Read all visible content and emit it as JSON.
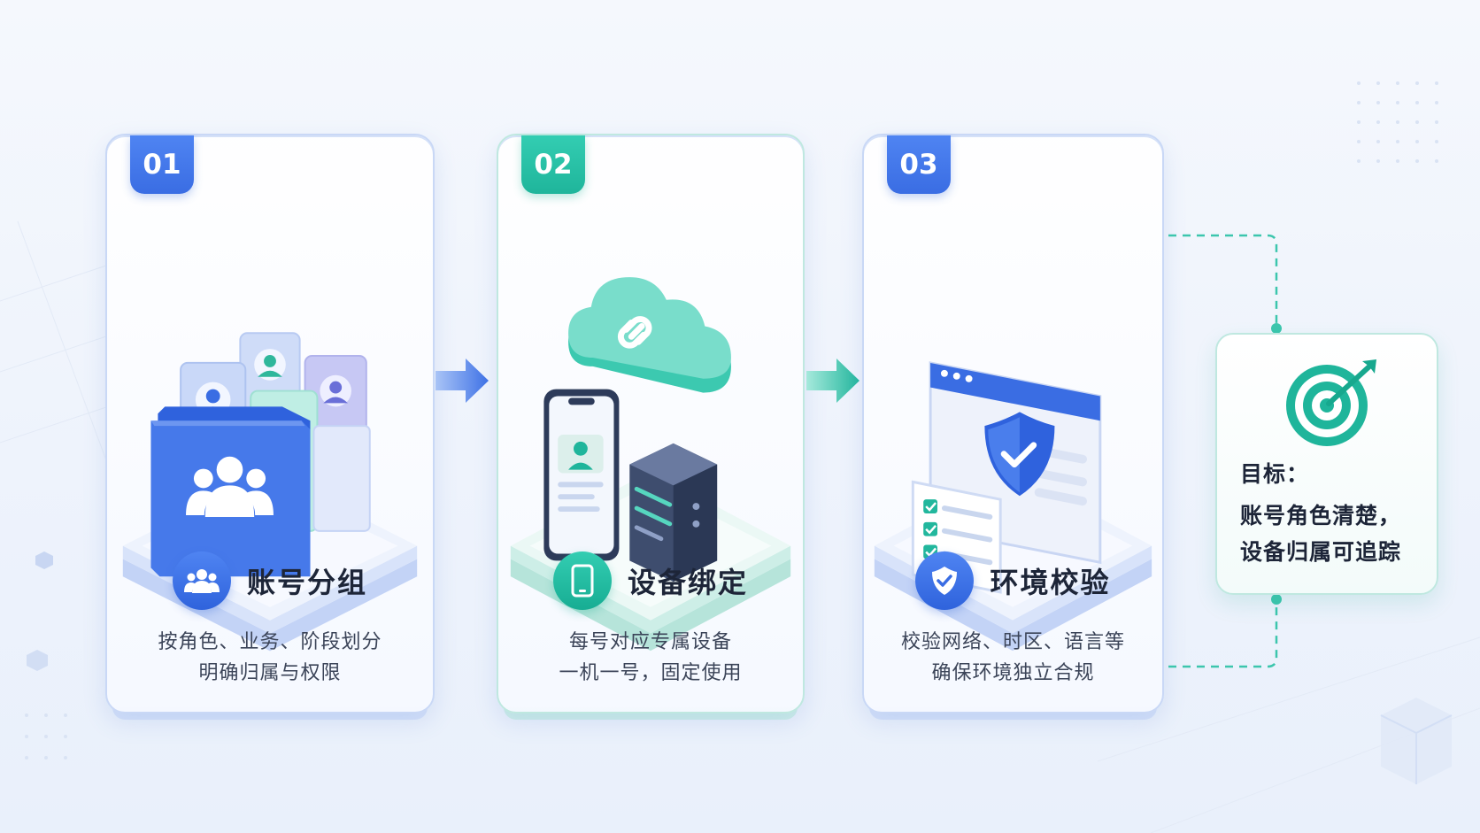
{
  "steps": [
    {
      "number": "01",
      "title": "账号分组",
      "lines": [
        "按角色、业务、阶段划分",
        "明确归属与权限"
      ]
    },
    {
      "number": "02",
      "title": "设备绑定",
      "lines": [
        "每号对应专属设备",
        "一机一号，固定使用"
      ]
    },
    {
      "number": "03",
      "title": "环境校验",
      "lines": [
        "校验网络、时区、语言等",
        "确保环境独立合规"
      ]
    }
  ],
  "goal": {
    "label": "目标：",
    "lines": [
      "账号角色清楚，",
      "设备归属可追踪"
    ]
  },
  "colors": {
    "blue": "#3a6de3",
    "teal": "#1fb59b",
    "text": "#1d2538"
  }
}
